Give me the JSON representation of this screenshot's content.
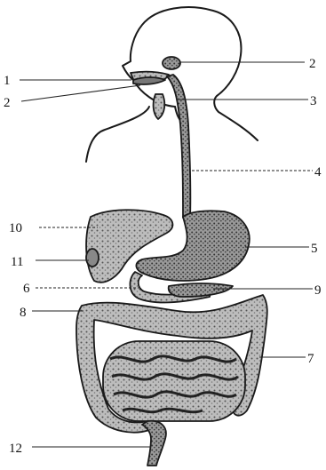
{
  "diagram": {
    "labels": [
      {
        "id": "l1",
        "text": "1"
      },
      {
        "id": "l2a",
        "text": "2"
      },
      {
        "id": "l2b",
        "text": "2"
      },
      {
        "id": "l3",
        "text": "3"
      },
      {
        "id": "l4",
        "text": "4"
      },
      {
        "id": "l5",
        "text": "5"
      },
      {
        "id": "l6",
        "text": "6"
      },
      {
        "id": "l7",
        "text": "7"
      },
      {
        "id": "l8",
        "text": "8"
      },
      {
        "id": "l9",
        "text": "9"
      },
      {
        "id": "l10",
        "text": "10"
      },
      {
        "id": "l11",
        "text": "11"
      },
      {
        "id": "l12",
        "text": "12"
      }
    ]
  }
}
